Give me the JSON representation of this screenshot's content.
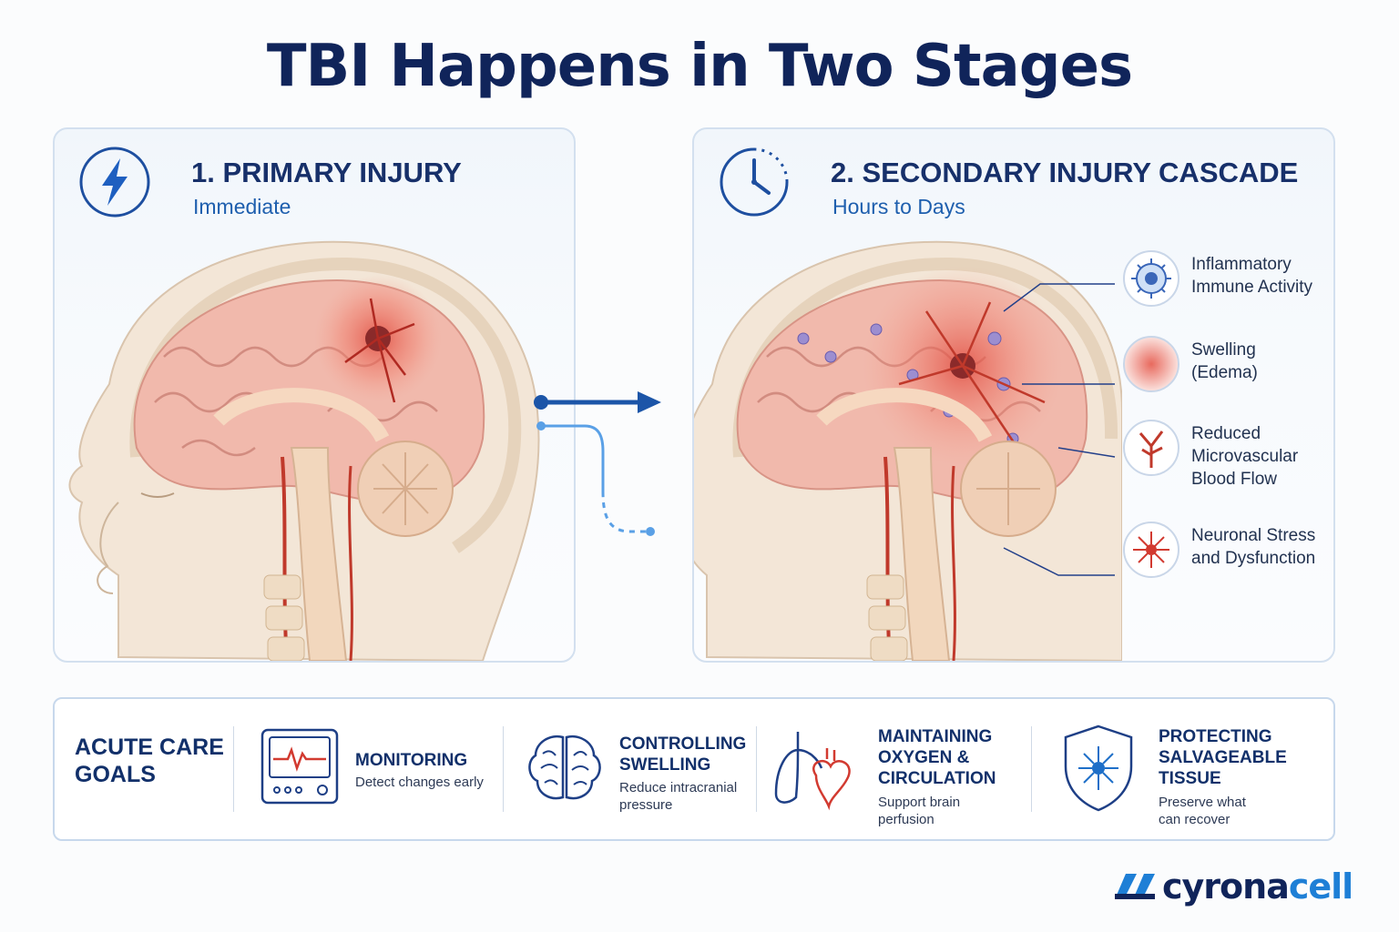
{
  "title": "TBI Happens in Two Stages",
  "primary": {
    "heading": "1. PRIMARY INJURY",
    "sub": "Immediate",
    "icon": "lightning-bolt-icon"
  },
  "secondary": {
    "heading": "2. SECONDARY INJURY CASCADE",
    "sub": "Hours to Days",
    "icon": "clock-icon",
    "legend": [
      {
        "label": "Inflammatory\nImmune Activity",
        "icon": "immune-cell-icon"
      },
      {
        "label": "Swelling\n(Edema)",
        "icon": "swelling-icon"
      },
      {
        "label": "Reduced\nMicrovascular\nBlood Flow",
        "icon": "blood-vessel-icon"
      },
      {
        "label": "Neuronal Stress\nand Dysfunction",
        "icon": "neuron-icon"
      }
    ]
  },
  "goals": {
    "title": "ACUTE CARE\nGOALS",
    "items": [
      {
        "title": "MONITORING",
        "desc": "Detect changes early",
        "icon": "monitor-icon"
      },
      {
        "title": "CONTROLLING\nSWELLING",
        "desc": "Reduce intracranial\npressure",
        "icon": "brain-icon"
      },
      {
        "title": "MAINTAINING\nOXYGEN &\nCIRCULATION",
        "desc": "Support brain\nperfusion",
        "icon": "lungs-heart-icon"
      },
      {
        "title": "PROTECTING\nSALVAGEABLE\nTISSUE",
        "desc": "Preserve what\ncan recover",
        "icon": "shield-neuron-icon"
      }
    ]
  },
  "brand": {
    "prefix": "cyrona",
    "suffix": "cell"
  },
  "colors": {
    "navy": "#10245a",
    "blue": "#1e5fae",
    "accent": "#1e7fd6",
    "injury": "#e0483c"
  }
}
